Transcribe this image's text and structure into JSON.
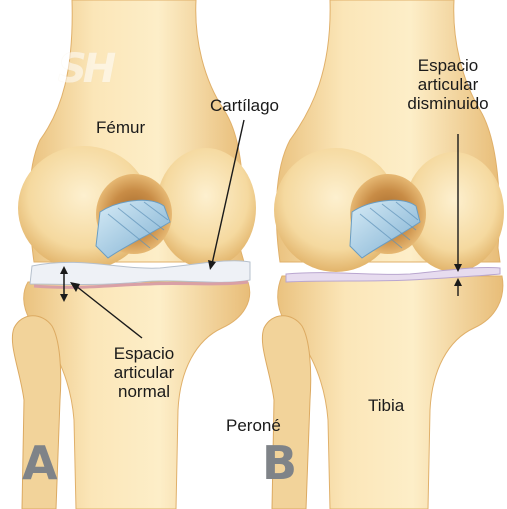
{
  "watermark": "SH",
  "panels": [
    {
      "letter": "A"
    },
    {
      "letter": "B"
    }
  ],
  "labels": {
    "femur": "Fémur",
    "cartilage": "Cartílago",
    "normal_space": [
      "Espacio",
      "articular",
      "normal"
    ],
    "reduced_space": [
      "Espacio",
      "articular",
      "disminuido"
    ],
    "fibula": "Peroné",
    "tibia": "Tibia"
  },
  "colors": {
    "bone": "#f7deaa",
    "bone_shadow": "#e3b66c",
    "ligament": "#9cc6de",
    "cartilage": "#e9edf3",
    "cartilage_pink": "#d9a0a6",
    "label_text": "#1a1a1a",
    "panel_letter": "#7f8388"
  }
}
